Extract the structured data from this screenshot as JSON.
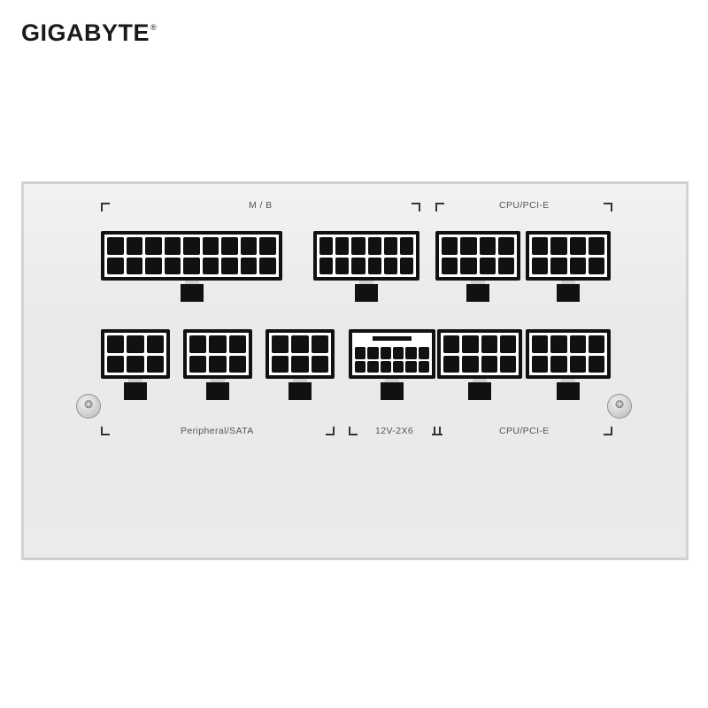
{
  "brand": {
    "name": "GIGABYTE",
    "mark": "®"
  },
  "panel_labels": {
    "mb": "M / B",
    "cpu_pcie_top": "CPU/PCI-E",
    "peripheral_sata": "Peripheral/SATA",
    "hpwr": "12V-2X6",
    "cpu_pcie_bottom": "CPU/PCI-E"
  },
  "connectors": {
    "mb_24pin": {
      "rows": 2,
      "cols": 9
    },
    "mb_extra": {
      "rows": 2,
      "cols": 6
    },
    "cpu_pcie_top_1": {
      "rows": 2,
      "cols": 4
    },
    "cpu_pcie_top_2": {
      "rows": 2,
      "cols": 4
    },
    "peripheral_1": {
      "rows": 2,
      "cols": 3
    },
    "peripheral_2": {
      "rows": 2,
      "cols": 3
    },
    "peripheral_3": {
      "rows": 2,
      "cols": 3
    },
    "hpwr_12v2x6": {
      "rows": 2,
      "cols": 6
    },
    "cpu_pcie_bottom_1": {
      "rows": 2,
      "cols": 4
    },
    "cpu_pcie_bottom_2": {
      "rows": 2,
      "cols": 4
    }
  }
}
